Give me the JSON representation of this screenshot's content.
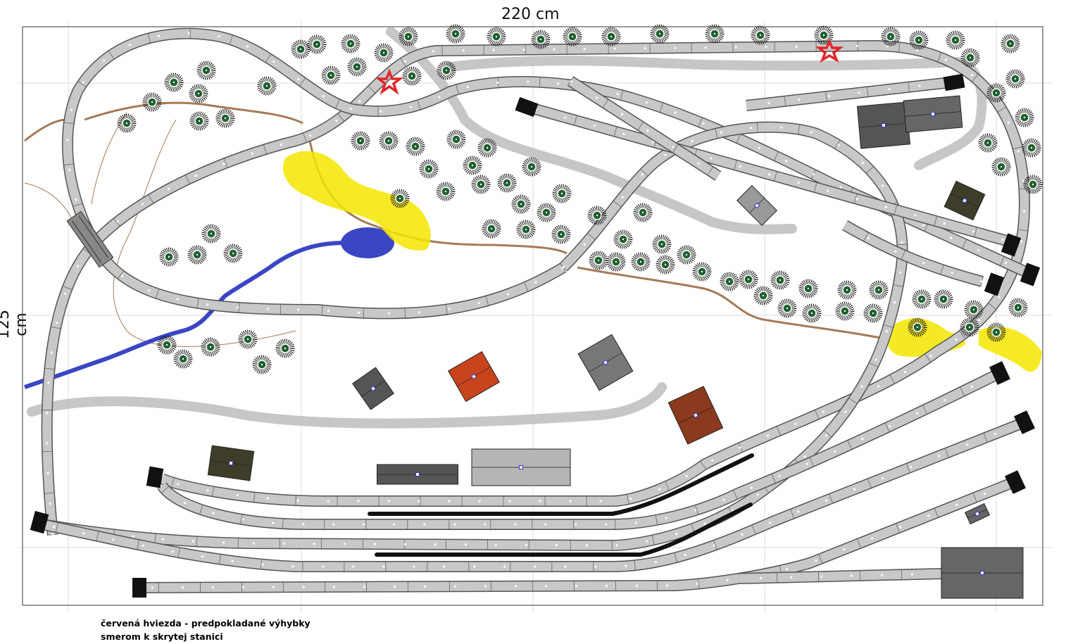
{
  "dimensions": {
    "width_label": "220 cm",
    "height_label": "125 cm"
  },
  "legend": {
    "line1": "červená hviezda - predpokladané výhybky",
    "line2": "smerom k skrytej stanici"
  },
  "colors": {
    "track": "#c8c8c8",
    "track_edge": "#555555",
    "road": "#bdbdbd",
    "water": "#3b46c4",
    "field": "#f2e200",
    "stream": "#a57a55",
    "star": "#e0262a",
    "platform": "#111111"
  },
  "icons": {
    "tree": "tree-icon",
    "star": "turnout-star-icon",
    "buffer": "buffer-stop-icon",
    "house": "building-icon"
  }
}
